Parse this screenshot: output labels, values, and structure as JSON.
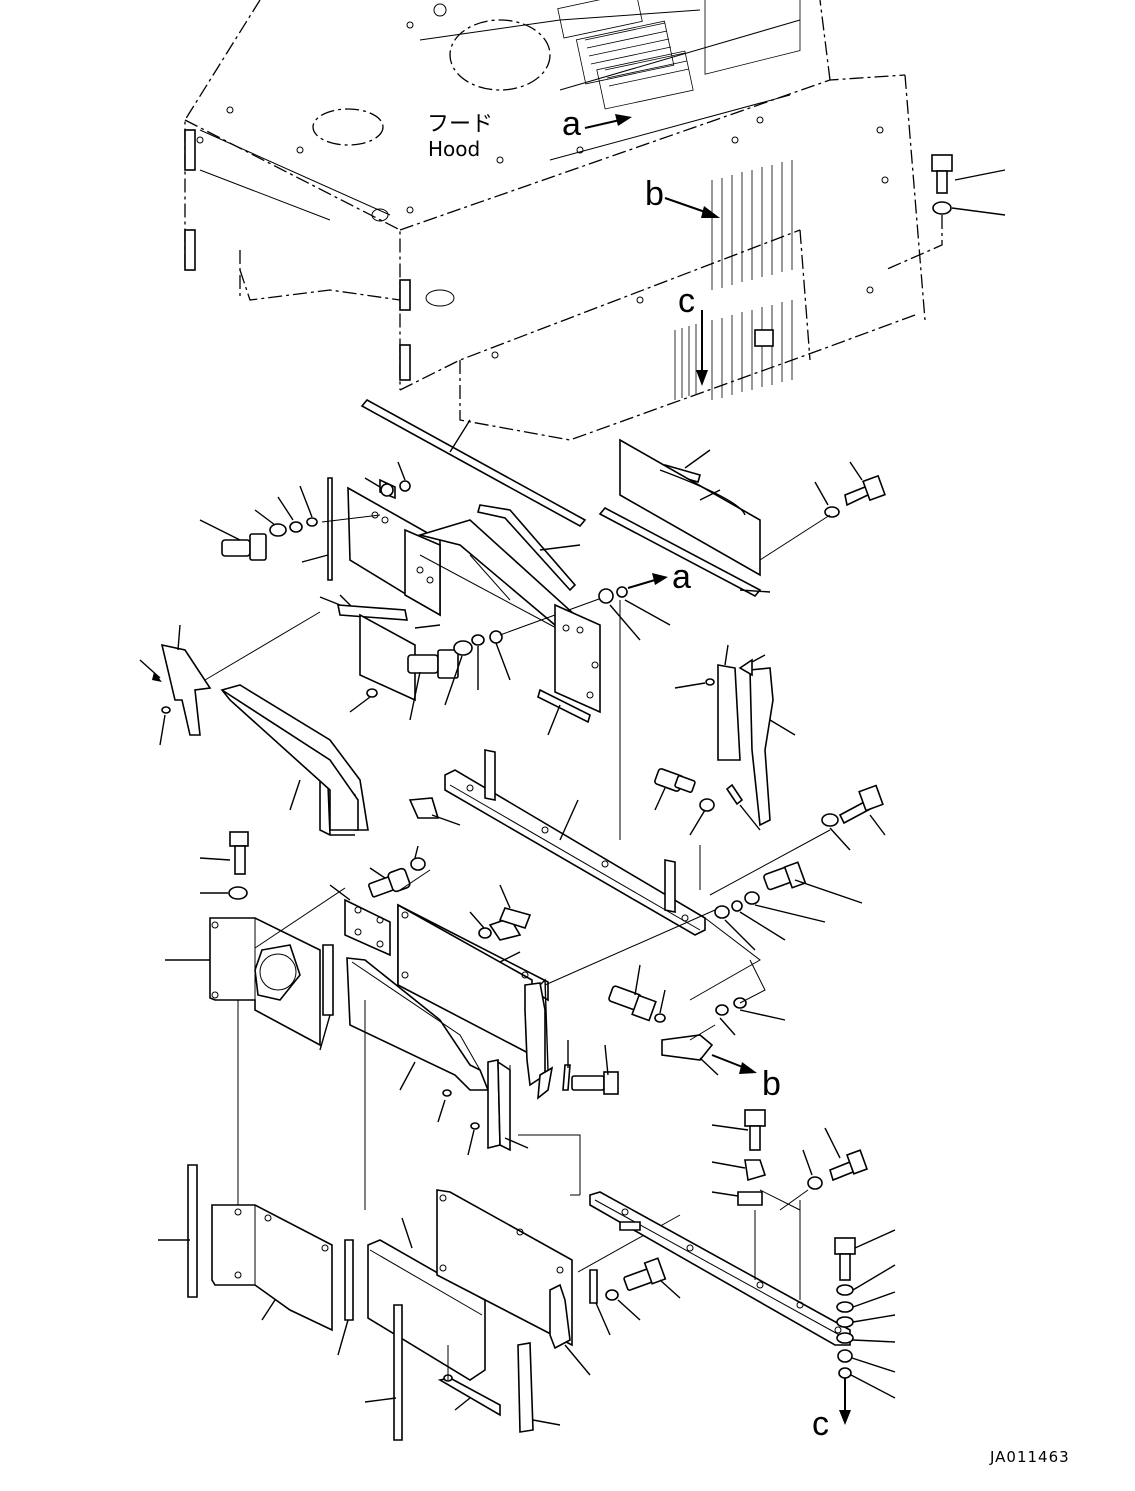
{
  "labels": {
    "hood_jp": "フード",
    "hood_en": "Hood",
    "drawing_no": "JA011463"
  },
  "callouts": {
    "a1": "a",
    "a2": "a",
    "b1": "b",
    "b2": "b",
    "c1": "c",
    "c2": "c"
  }
}
